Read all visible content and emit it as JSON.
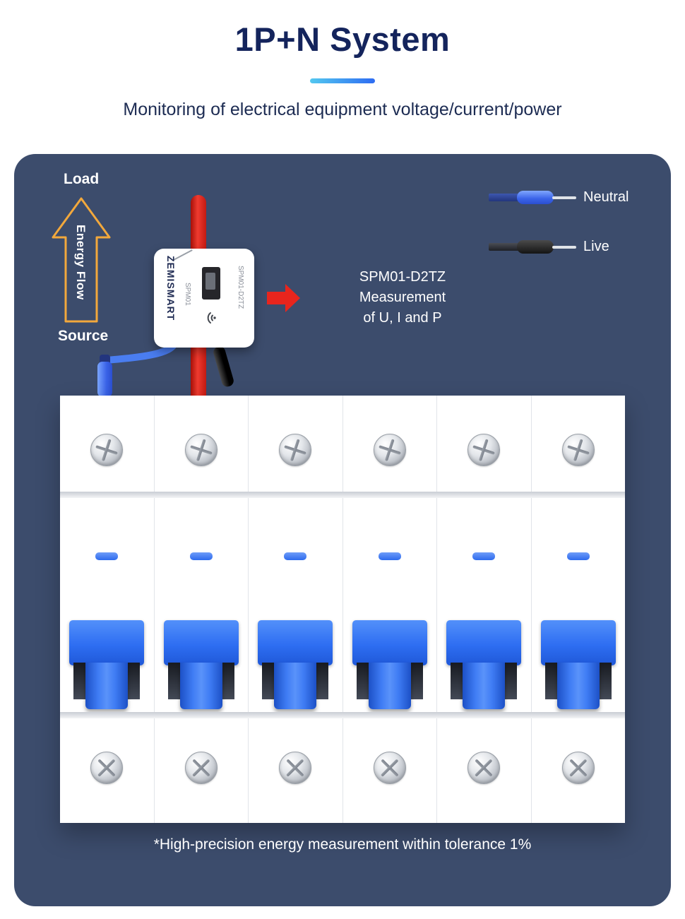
{
  "header": {
    "title": "1P+N System",
    "subtitle": "Monitoring of electrical equipment voltage/current/power"
  },
  "diagram": {
    "load_label": "Load",
    "energy_flow_label": "Energy Flow",
    "source_label": "Source",
    "device": {
      "brand": "ZEMISMART",
      "model": "SPM01",
      "model_full": "SPM01-D2TZ"
    },
    "measurement_note": {
      "line1": "SPM01-D2TZ",
      "line2": "Measurement",
      "line3": "of U, I and P"
    },
    "legend": {
      "neutral": "Neutral",
      "live": "Live"
    },
    "footnote": "*High-precision energy measurement within tolerance 1%"
  },
  "breaker_panel": {
    "module_count": 6
  },
  "colors": {
    "title_text": "#14245c",
    "panel_background": "#3c4c6c",
    "underline_gradient_start": "#53c8f0",
    "underline_gradient_end": "#2e6cf2",
    "wire_red": "#e02318",
    "wire_blue": "#4a7df0",
    "wire_black": "#111111",
    "toggle_blue": "#2e6ef2",
    "indicator_blue": "#4a86f7",
    "arrow_outline_orange": "#f2a83c",
    "measure_arrow_red": "#e8251d"
  }
}
